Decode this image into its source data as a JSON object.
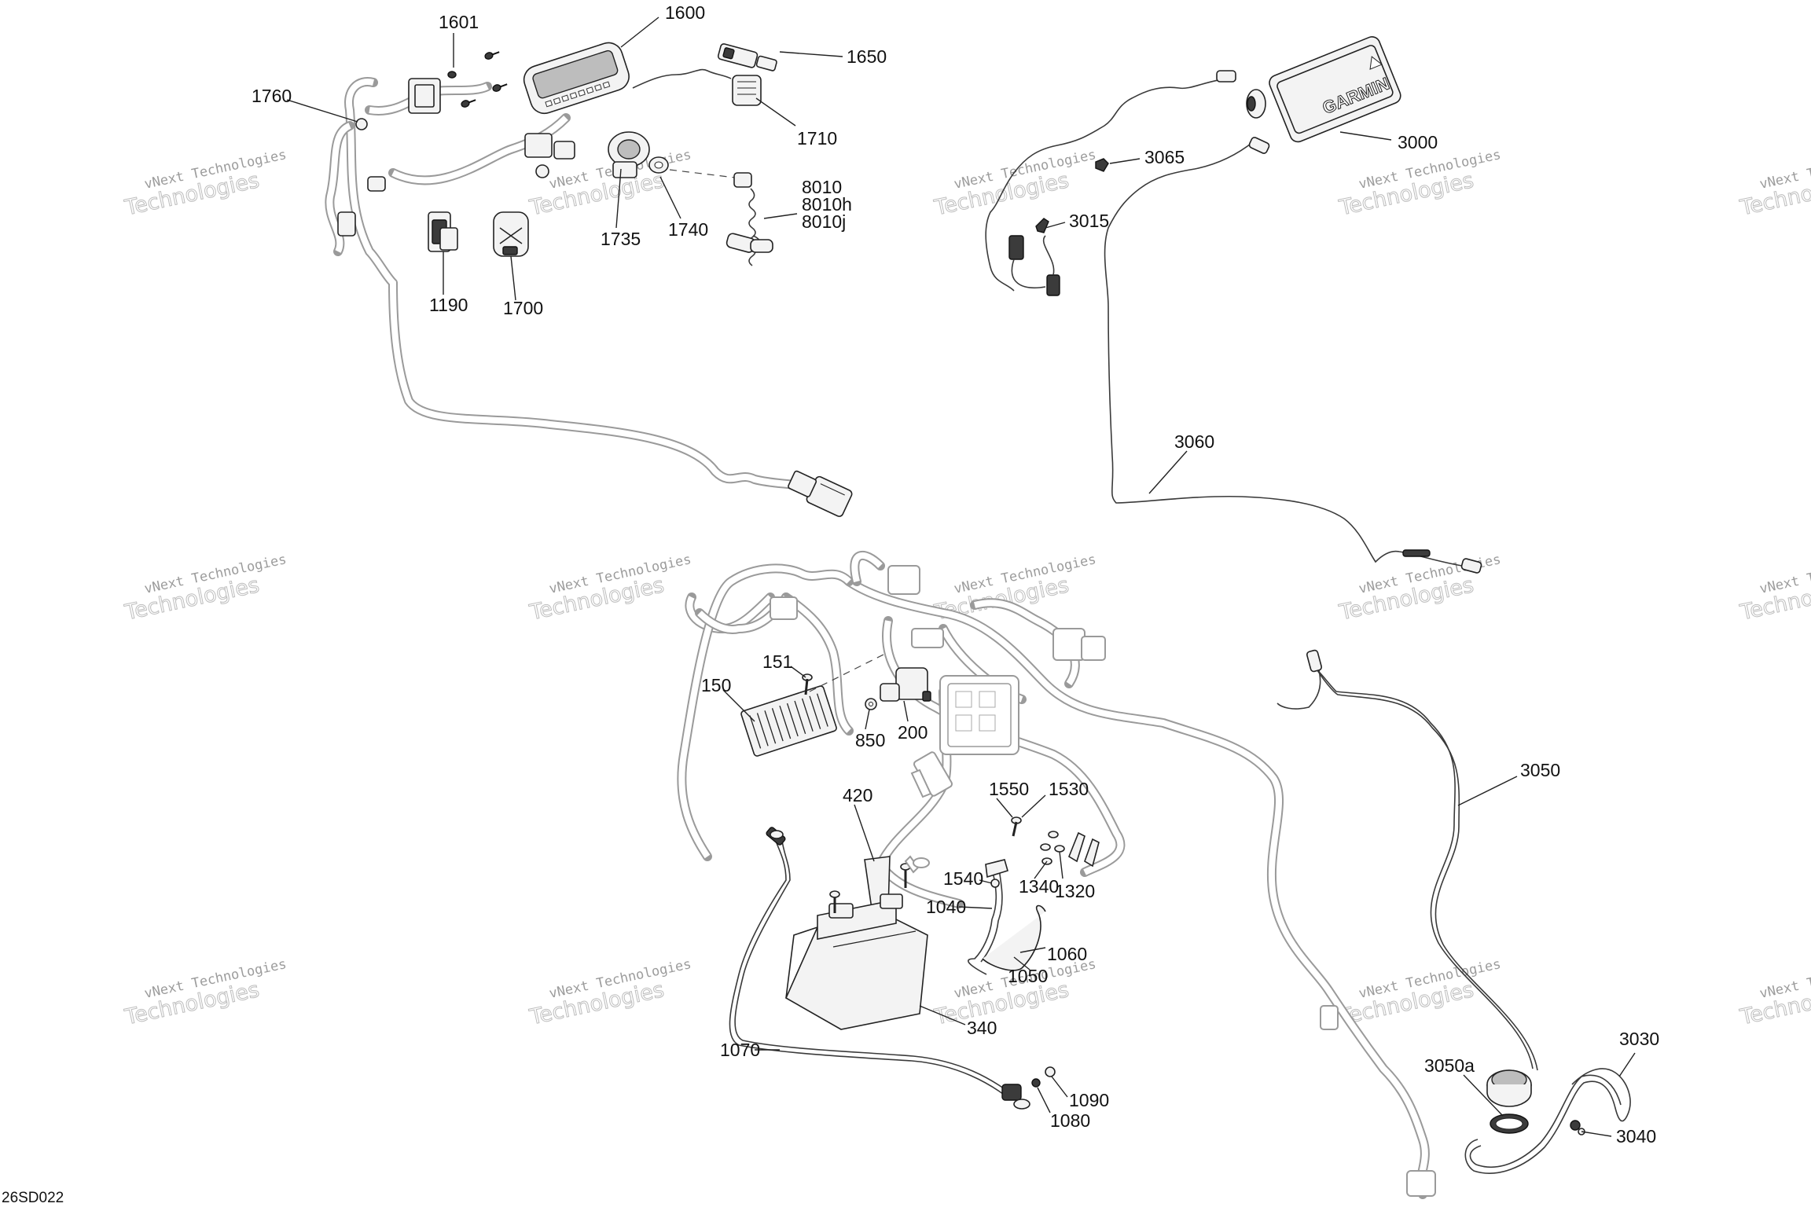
{
  "diagram": {
    "drawing_code": "26SD022",
    "watermark": {
      "line1": "vNext Technologies",
      "line2": "Technologies"
    },
    "brand_label": "GARMIN",
    "callouts": [
      {
        "id": "c1601",
        "text": "1601"
      },
      {
        "id": "c1600",
        "text": "1600"
      },
      {
        "id": "c1650",
        "text": "1650"
      },
      {
        "id": "c1760",
        "text": "1760"
      },
      {
        "id": "c1710",
        "text": "1710"
      },
      {
        "id": "c8010",
        "text": "8010"
      },
      {
        "id": "c8010h",
        "text": "8010h"
      },
      {
        "id": "c8010j",
        "text": "8010j"
      },
      {
        "id": "c1735",
        "text": "1735"
      },
      {
        "id": "c1740",
        "text": "1740"
      },
      {
        "id": "c1190",
        "text": "1190"
      },
      {
        "id": "c1700",
        "text": "1700"
      },
      {
        "id": "c3000",
        "text": "3000"
      },
      {
        "id": "c3065",
        "text": "3065"
      },
      {
        "id": "c3015",
        "text": "3015"
      },
      {
        "id": "c3060",
        "text": "3060"
      },
      {
        "id": "c151",
        "text": "151"
      },
      {
        "id": "c150",
        "text": "150"
      },
      {
        "id": "c850",
        "text": "850"
      },
      {
        "id": "c200",
        "text": "200"
      },
      {
        "id": "c420",
        "text": "420"
      },
      {
        "id": "c1550",
        "text": "1550"
      },
      {
        "id": "c1530",
        "text": "1530"
      },
      {
        "id": "c1540",
        "text": "1540"
      },
      {
        "id": "c1340",
        "text": "1340"
      },
      {
        "id": "c1320",
        "text": "1320"
      },
      {
        "id": "c1040",
        "text": "1040"
      },
      {
        "id": "c1060",
        "text": "1060"
      },
      {
        "id": "c1050",
        "text": "1050"
      },
      {
        "id": "c340",
        "text": "340"
      },
      {
        "id": "c1070",
        "text": "1070"
      },
      {
        "id": "c1090",
        "text": "1090"
      },
      {
        "id": "c1080",
        "text": "1080"
      },
      {
        "id": "c3050",
        "text": "3050"
      },
      {
        "id": "c3050a",
        "text": "3050a"
      },
      {
        "id": "c3030",
        "text": "3030"
      },
      {
        "id": "c3040",
        "text": "3040"
      }
    ]
  }
}
